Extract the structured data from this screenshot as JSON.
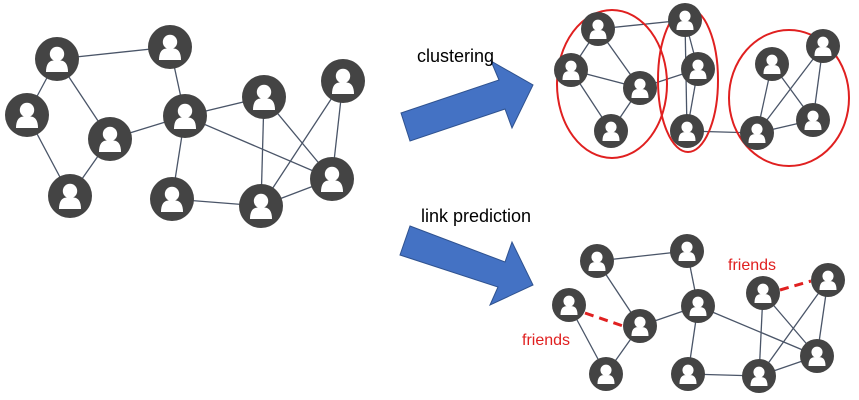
{
  "captions": {
    "clustering": "clustering",
    "link_prediction": "link prediction"
  },
  "annotations": {
    "friends_top": "friends",
    "friends_bottom": "friends"
  },
  "icons": {
    "node": "person-icon",
    "arrow": "right-arrow-icon"
  },
  "colors": {
    "node": "#444444",
    "edge": "#4a5568",
    "arrow": "#4472c4",
    "arrow_border": "#2f528f",
    "cluster_ring": "#e02020",
    "predicted_link": "#e02020",
    "annotation": "#e02020"
  }
}
